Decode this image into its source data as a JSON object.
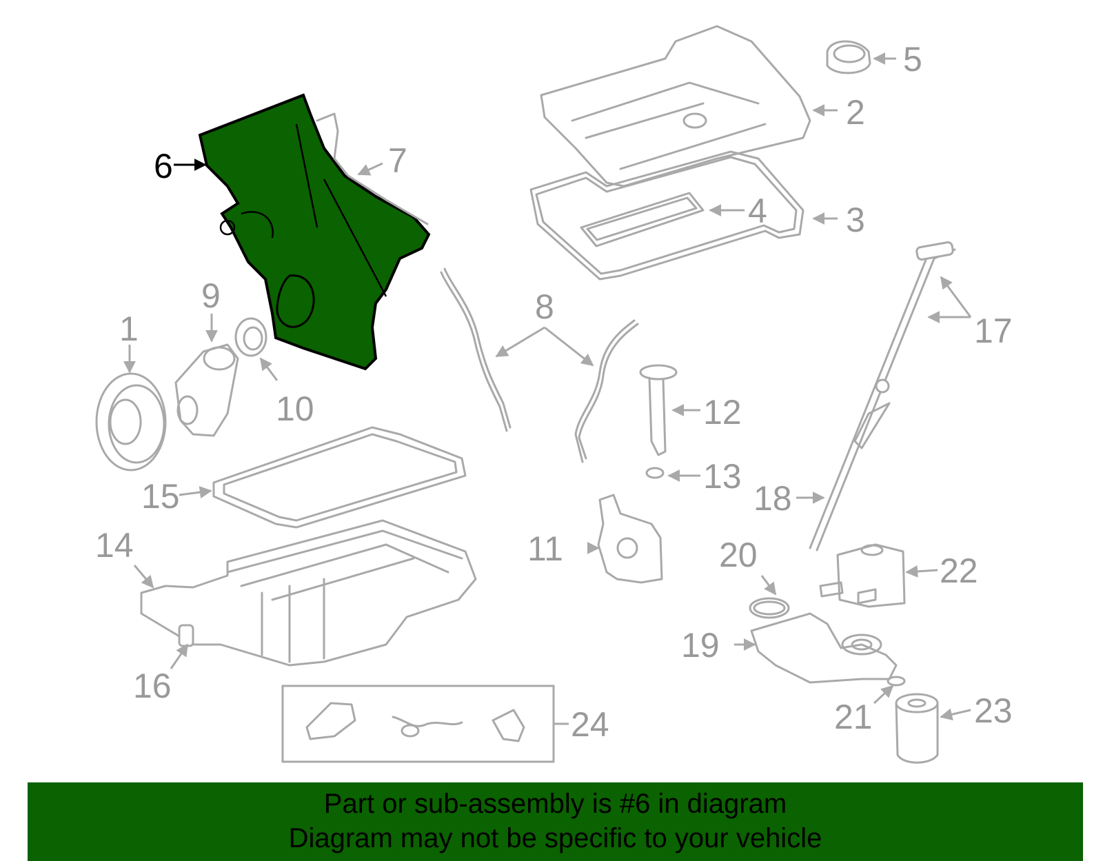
{
  "colors": {
    "highlight": "#0b6200",
    "part_stroke": "#a9a9a9",
    "label_gray": "#999999",
    "banner_bg": "#0b6200"
  },
  "diagram": {
    "highlighted_part": "6",
    "callouts": {
      "c1": "1",
      "c2": "2",
      "c3": "3",
      "c4": "4",
      "c5": "5",
      "c6": "6",
      "c7": "7",
      "c8": "8",
      "c9": "9",
      "c10": "10",
      "c11": "11",
      "c12": "12",
      "c13": "13",
      "c14": "14",
      "c15": "15",
      "c16": "16",
      "c17": "17",
      "c18": "18",
      "c19": "19",
      "c20": "20",
      "c21": "21",
      "c22": "22",
      "c23": "23",
      "c24": "24"
    }
  },
  "banner": {
    "line1": "Part or sub-assembly is #6 in diagram",
    "line2": "Diagram may not be specific to your vehicle"
  }
}
